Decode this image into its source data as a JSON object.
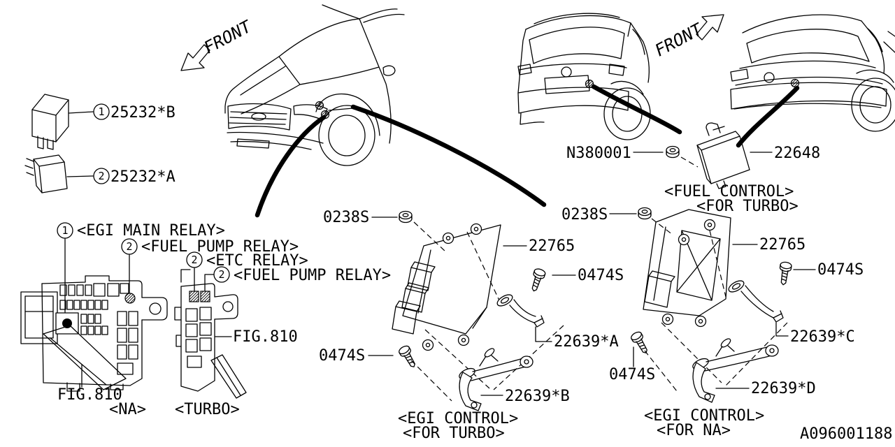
{
  "page": {
    "background_color": "#ffffff",
    "line_color": "#000000",
    "diagram_number": "A096001188"
  },
  "orientation": {
    "front_label_left": "FRONT",
    "front_label_right": "FRONT"
  },
  "relay_legend": {
    "item1": {
      "index": "1",
      "part_number": "25232*B"
    },
    "item2": {
      "index": "2",
      "part_number": "25232*A"
    }
  },
  "relay_callouts": {
    "egi_main": {
      "index": "1",
      "label": "<EGI MAIN RELAY>"
    },
    "fuel_pump_na": {
      "index": "2",
      "label": "<FUEL PUMP RELAY>"
    },
    "etc_relay": {
      "index": "2",
      "label": "<ETC RELAY>"
    },
    "fuel_pump_turbo": {
      "index": "2",
      "label": "<FUEL PUMP RELAY>"
    }
  },
  "fuseboxes": {
    "na": {
      "figure": "FIG.810",
      "caption": "<NA>"
    },
    "turbo": {
      "figure": "FIG.810",
      "caption": "<TURBO>"
    }
  },
  "egi_control_turbo": {
    "nut": "0238S",
    "ecu": "22765",
    "bolt_upper": "0474S",
    "bolt_lower": "0474S",
    "bracket_upper": "22639*A",
    "bracket_lower": "22639*B",
    "caption_line1": "<EGI CONTROL>",
    "caption_line2": "<FOR TURBO>"
  },
  "egi_control_na": {
    "nut": "0238S",
    "ecu": "22765",
    "bolt_upper": "0474S",
    "bolt_lower": "0474S",
    "bracket_upper": "22639*C",
    "bracket_lower": "22639*D",
    "caption_line1": "<EGI CONTROL>",
    "caption_line2": "<FOR NA>"
  },
  "fuel_control": {
    "nut": "N380001",
    "module": "22648",
    "caption_line1": "<FUEL CONTROL>",
    "caption_line2": "<FOR TURBO>"
  }
}
